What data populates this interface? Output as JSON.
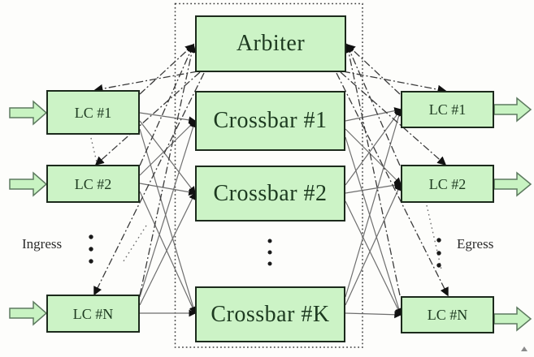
{
  "diagram": {
    "arbiter": {
      "label": "Arbiter"
    },
    "crossbars": [
      {
        "label": "Crossbar #1"
      },
      {
        "label": "Crossbar #2"
      },
      {
        "label": "Crossbar #K"
      }
    ],
    "ingress": {
      "label": "Ingress",
      "cards": [
        {
          "label": "LC #1"
        },
        {
          "label": "LC #2"
        },
        {
          "label": "LC #N"
        }
      ]
    },
    "egress": {
      "label": "Egress",
      "cards": [
        {
          "label": "LC #1"
        },
        {
          "label": "LC #2"
        },
        {
          "label": "LC #N"
        }
      ]
    }
  },
  "colors": {
    "box_fill": "#ccf3c6",
    "box_border": "#1c2a1c",
    "box_text": "#1d3a20",
    "label_text": "#2b2b2b",
    "line": "#6e6e6e",
    "control_line": "#3a3a3a",
    "boundary": "#3a3a3a",
    "arrow_fill": "#c8f3c2",
    "arrow_stroke": "#5d7a5f",
    "dot": "#1a1a1a"
  }
}
